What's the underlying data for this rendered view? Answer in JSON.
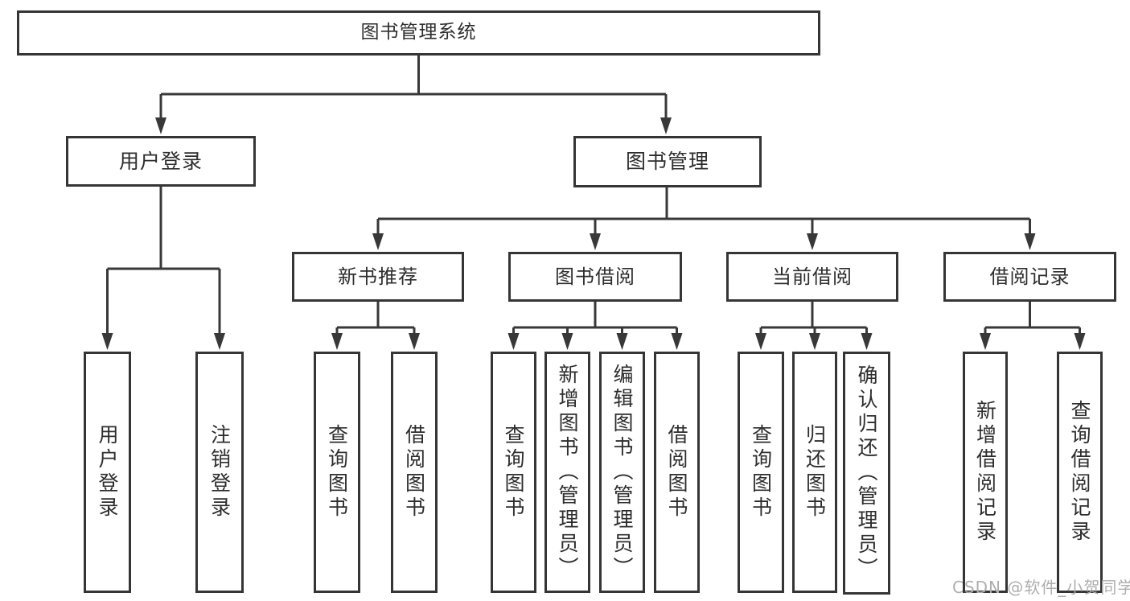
{
  "diagram_type": "hierarchy-tree",
  "tree": {
    "label": "图书管理系统",
    "children": [
      {
        "label": "用户登录",
        "children": [
          {
            "label": "用户登录"
          },
          {
            "label": "注销登录"
          }
        ]
      },
      {
        "label": "图书管理",
        "children": [
          {
            "label": "新书推荐",
            "children": [
              {
                "label": "查询图书"
              },
              {
                "label": "借阅图书"
              }
            ]
          },
          {
            "label": "图书借阅",
            "children": [
              {
                "label": "查询图书"
              },
              {
                "label": "新增图书（管理员）"
              },
              {
                "label": "编辑图书（管理员）"
              },
              {
                "label": "借阅图书"
              }
            ]
          },
          {
            "label": "当前借阅",
            "children": [
              {
                "label": "查询图书"
              },
              {
                "label": "归还图书"
              },
              {
                "label": "确认归还（管理员）"
              }
            ]
          },
          {
            "label": "借阅记录",
            "children": [
              {
                "label": "新增借阅记录"
              },
              {
                "label": "查询借阅记录"
              }
            ]
          }
        ]
      }
    ]
  },
  "watermark": {
    "text": "CSDN @软件_小贺同学"
  },
  "colors": {
    "line": "#383838",
    "box_border": "#353535",
    "text": "#2d2d2d",
    "watermark": "#aeaeae",
    "background": "#ffffff"
  }
}
